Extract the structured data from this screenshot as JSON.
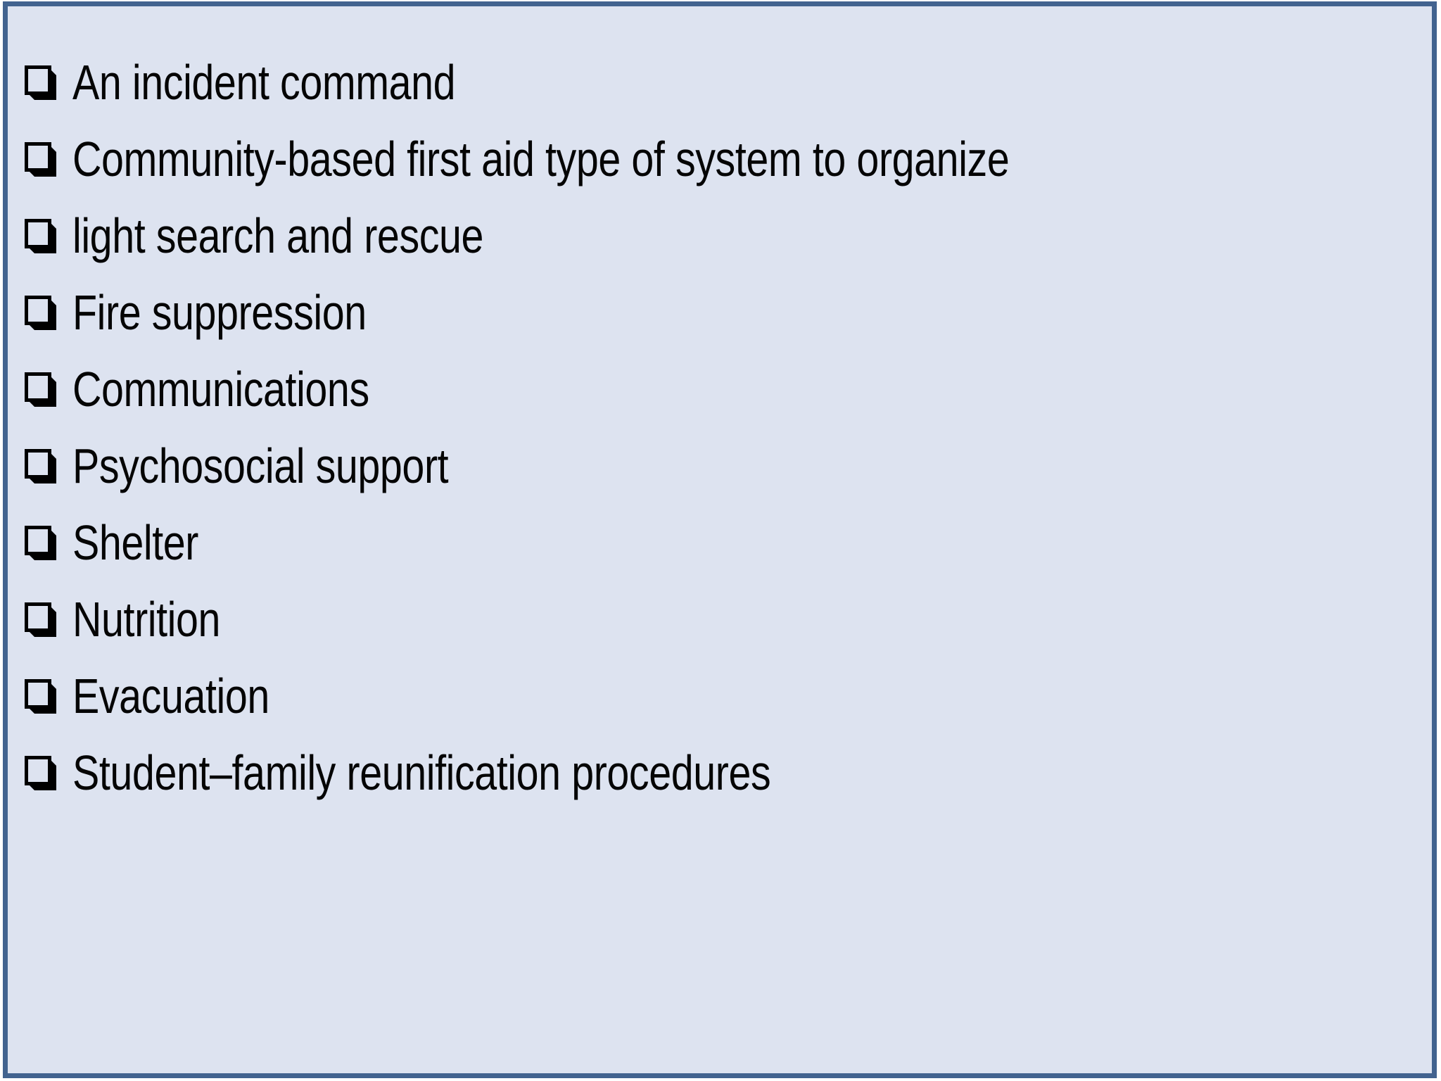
{
  "slide": {
    "background_color": "#dde3f0",
    "border_color": "#42638f",
    "text_color": "#050505",
    "bullet_icon": "checkbox-square-icon",
    "items": [
      {
        "label": "An incident command"
      },
      {
        "label": "Community-based first aid type of system to organize"
      },
      {
        "label": "light search and rescue"
      },
      {
        "label": "Fire suppression"
      },
      {
        "label": "Communications"
      },
      {
        "label": "Psychosocial support"
      },
      {
        "label": "Shelter"
      },
      {
        "label": "Nutrition"
      },
      {
        "label": "Evacuation"
      },
      {
        "label": "Student–family reunification procedures"
      }
    ]
  }
}
